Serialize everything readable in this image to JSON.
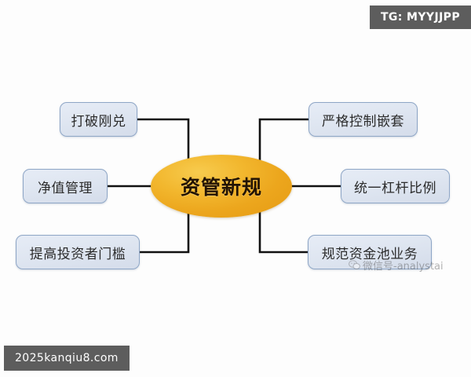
{
  "diagram": {
    "center": {
      "label": "资管新规",
      "fill_color": "#eca61d",
      "text_color": "#231404"
    },
    "nodes": [
      {
        "id": "l1",
        "label": "打破刚兑",
        "side": "left"
      },
      {
        "id": "l2",
        "label": "净值管理",
        "side": "left"
      },
      {
        "id": "l3",
        "label": "提高投资者门槛",
        "side": "left"
      },
      {
        "id": "r1",
        "label": "严格控制嵌套",
        "side": "right"
      },
      {
        "id": "r2",
        "label": "统一杠杆比例",
        "side": "right"
      },
      {
        "id": "r3",
        "label": "规范资金池业务",
        "side": "right"
      }
    ],
    "node_style": {
      "fill_color": "#dfe6f1",
      "border_color": "#8ea6c6",
      "text_color": "#2b2b2b"
    },
    "connector_color": "#111111"
  },
  "watermarks": {
    "telegram_banner": "TG: MYYJJPP",
    "site_banner": "2025kanqiu8.com",
    "wechat": "微信号-analystai",
    "banner_bg": "#5d5d5d"
  }
}
